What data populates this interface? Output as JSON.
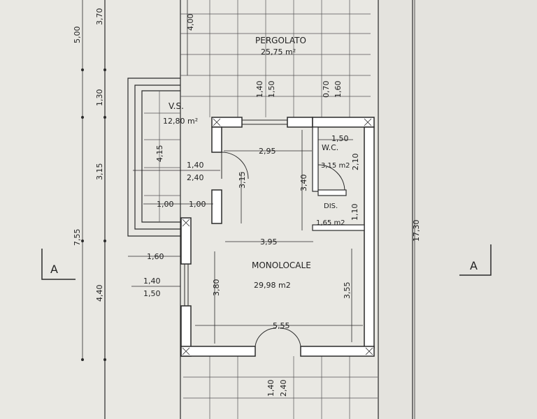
{
  "rooms": {
    "pergolato": {
      "name": "PERGOLATO",
      "area": "25,75 m²"
    },
    "vs": {
      "name": "V.S.",
      "area": "12,80 m²"
    },
    "wc": {
      "name": "W.C.",
      "area": "3,15 m2"
    },
    "dis": {
      "name": "DIS.",
      "area": "1,65 m2"
    },
    "monolocale": {
      "name": "MONOLOCALE",
      "area": "29,98 m2"
    }
  },
  "section_markers": {
    "left": "A",
    "right": "A"
  },
  "dimensions": {
    "left_chain": [
      "5,00",
      "1,30",
      "3,15",
      "4,40"
    ],
    "left_total": "7,55",
    "top_left": "3,70",
    "pergolato_depth": "4,00",
    "pergolato_a": [
      "1,40",
      "1,50"
    ],
    "pergolato_b": [
      "0,70",
      "1,60"
    ],
    "vs_h": "4,15",
    "vs_w": [
      "1,40",
      "2,40"
    ],
    "vs_bottom": [
      "1,00",
      "1,00"
    ],
    "door": "3,15",
    "wc_w": "1,50",
    "wc_h": "2,10",
    "hall_w": "2,95",
    "hall_h": "3,40",
    "dis_h": "1,10",
    "living_w": "3,95",
    "offset_left": "1,60",
    "win_left": [
      "1,40",
      "1,50"
    ],
    "living_h_left": "3,80",
    "living_h_right": "3,55",
    "south_w": "5,55",
    "bottom_win": [
      "1,40",
      "2,40"
    ],
    "right_total": "17,30"
  },
  "colors": {
    "paper": "#e9e8e3",
    "ink": "#2a2a2a",
    "wall": "#ffffff"
  }
}
